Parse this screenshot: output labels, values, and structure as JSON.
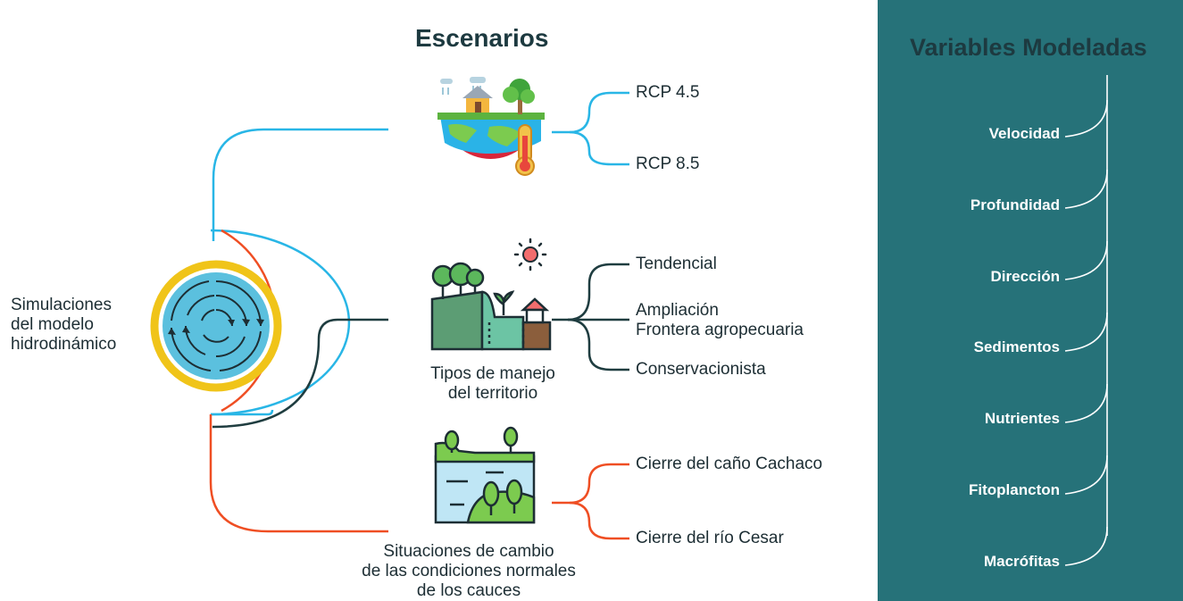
{
  "title": "Escenarios",
  "center_label": [
    "Simulaciones",
    "del modelo",
    "hidrodinámico"
  ],
  "scenario_groups": [
    {
      "icon": "climate-earth-icon",
      "label": [],
      "branches": [
        "RCP 4.5",
        "RCP 8.5"
      ]
    },
    {
      "icon": "land-use-icon",
      "label": [
        "Tipos de manejo",
        "del territorio"
      ],
      "branches": [
        "Tendencial",
        "Ampliación\nFrontera agropecuaria",
        "Conservacionista"
      ]
    },
    {
      "icon": "river-channel-icon",
      "label": [
        "Situaciones de cambio",
        "de las condiciones normales",
        "de los cauces"
      ],
      "branches": [
        "Cierre del caño Cachaco",
        "Cierre del río Cesar"
      ]
    }
  ],
  "variables_panel": {
    "title": "Variables Modeladas",
    "items": [
      "Velocidad",
      "Profundidad",
      "Dirección",
      "Sedimentos",
      "Nutrientes",
      "Fitoplancton",
      "Macrófitas"
    ]
  },
  "colors": {
    "blue_line": "#29b6e6",
    "dark_line": "#1f3d40",
    "red_line": "#ef4e23",
    "panel_bg": "#267279",
    "yellow_ring": "#f0c419",
    "water": "#5bc0de"
  }
}
